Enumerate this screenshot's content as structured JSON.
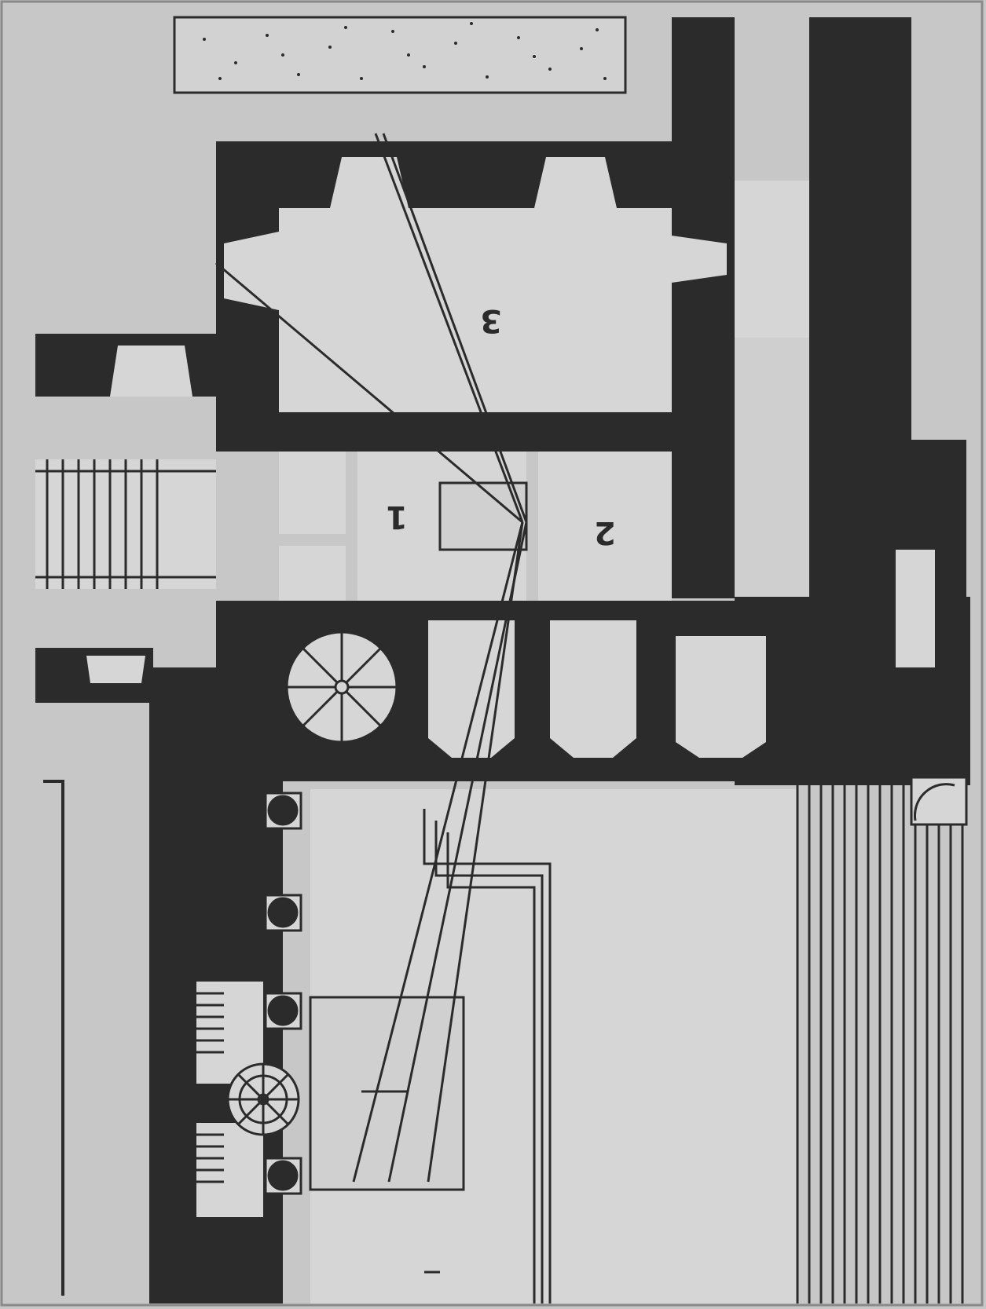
{
  "diagram": {
    "colors": {
      "paper": "#c7c7c7",
      "wall": "#2b2b2b",
      "room": "#d6d6d6",
      "line": "#2b2b2b",
      "outer": "#ffffff"
    },
    "rooms": [
      {
        "id": "room-1",
        "label": "1"
      },
      {
        "id": "room-2",
        "label": "2"
      },
      {
        "id": "room-3",
        "label": "3"
      }
    ]
  }
}
